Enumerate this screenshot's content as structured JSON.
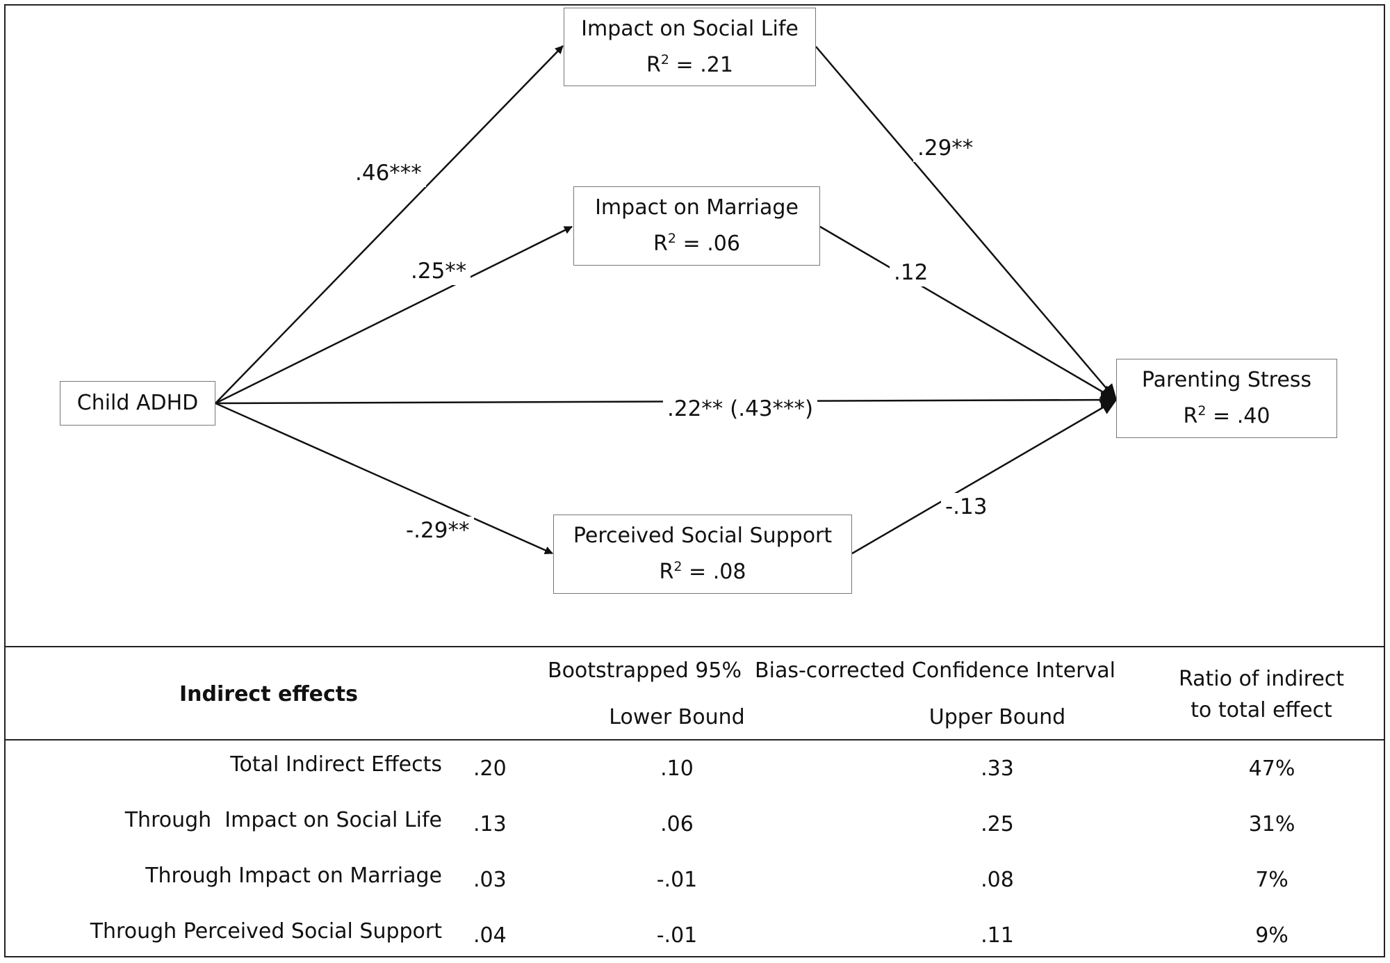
{
  "diagram": {
    "nodes": {
      "child_adhd": {
        "label": "Child ADHD"
      },
      "social_life": {
        "label": "Impact on Social Life",
        "r2": ".21"
      },
      "marriage": {
        "label": "Impact on Marriage",
        "r2": ".06"
      },
      "social_support": {
        "label": "Perceived Social Support",
        "r2": ".08"
      },
      "parenting_stress": {
        "label": "Parenting Stress",
        "r2": ".40"
      }
    },
    "r2_prefix": "R",
    "r2_sup": "2",
    "r2_eq": " = ",
    "paths": {
      "adhd_social": ".46***",
      "social_stress": ".29**",
      "adhd_marriage": ".25**",
      "marriage_stress": ".12",
      "adhd_stress": ".22** (.43***)",
      "adhd_support": "-.29**",
      "support_stress": "-.13"
    }
  },
  "table": {
    "title": "Indirect effects",
    "ci_header": "Bootstrapped 95%  Bias-corrected Confidence Interval",
    "lower_header": "Lower Bound",
    "upper_header": "Upper Bound",
    "ratio_header_1": "Ratio of indirect",
    "ratio_header_2": "to total effect",
    "rows": [
      {
        "label": "Total Indirect Effects",
        "effect": ".20",
        "lower": ".10",
        "upper": ".33",
        "ratio": "47%"
      },
      {
        "label": "Through  Impact on Social Life",
        "effect": ".13",
        "lower": ".06",
        "upper": ".25",
        "ratio": "31%"
      },
      {
        "label": "Through Impact on Marriage",
        "effect": ".03",
        "lower": "-.01",
        "upper": ".08",
        "ratio": "7%"
      },
      {
        "label": "Through Perceived Social Support",
        "effect": ".04",
        "lower": "-.01",
        "upper": ".11",
        "ratio": "9%"
      }
    ]
  }
}
